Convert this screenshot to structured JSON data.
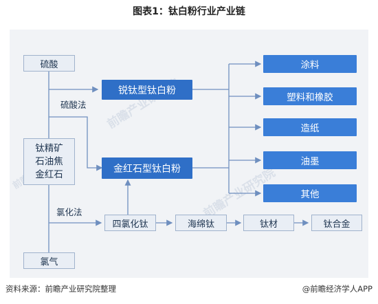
{
  "title": "图表1：钛白粉行业产业链",
  "inputs": {
    "sulfuric_acid": "硫酸",
    "minerals": [
      "钛精矿",
      "石油焦",
      "金红石"
    ],
    "chlorine": "氯气"
  },
  "process_labels": {
    "sulfuric_process": "硫酸法",
    "chloride_process": "氯化法"
  },
  "products": {
    "anatase": "锐钛型钛白粉",
    "rutile": "金红石型钛白粉"
  },
  "applications": [
    "涂料",
    "塑料和橡胶",
    "造纸",
    "油墨",
    "其他"
  ],
  "chloride_chain": [
    "四氯化钛",
    "海绵钛",
    "钛材",
    "钛合金"
  ],
  "watermark": "前瞻产业研究院",
  "footer": {
    "source": "资料来源：前瞻产业研究院整理",
    "credit": "@前瞻经济学人APP"
  },
  "colors": {
    "primary_blue": "#2f6fc7",
    "light_box": "#e9eef5",
    "line": "#6f8fbf"
  }
}
